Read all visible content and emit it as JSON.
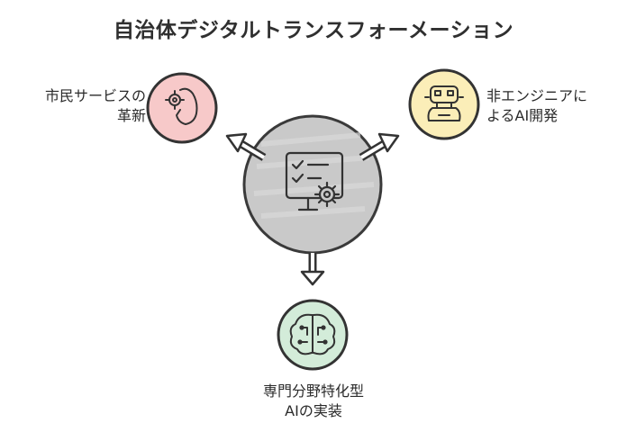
{
  "title": "自治体デジタルトランスフォーメーション",
  "center": {
    "icon": "checklist-gear-monitor-icon"
  },
  "nodes": [
    {
      "id": "left",
      "icon": "hand-gear-icon",
      "color": "#f7c9c9",
      "label_lines": [
        "市民サービスの",
        "革新"
      ]
    },
    {
      "id": "right",
      "icon": "robot-icon",
      "color": "#fbeeb8",
      "label_lines": [
        "非エンジニアに",
        "よるAI開発"
      ]
    },
    {
      "id": "bottom",
      "icon": "brain-circuit-icon",
      "color": "#d3ecd9",
      "label_lines": [
        "専門分野特化型",
        "AIの実装"
      ]
    }
  ]
}
